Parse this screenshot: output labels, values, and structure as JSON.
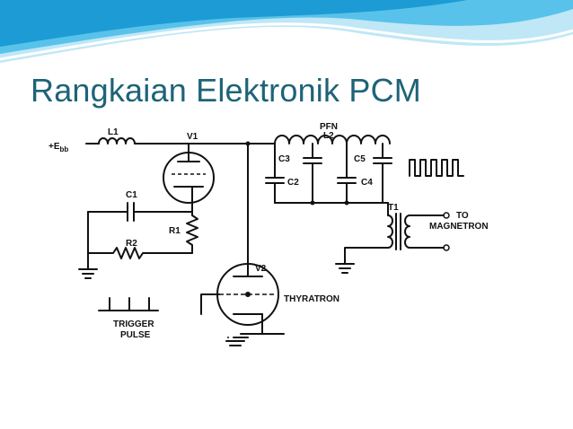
{
  "slide": {
    "title": "Rangkaian Elektronik PCM",
    "accent_color": "#1e6378",
    "header_colors": [
      "#1c9bd4",
      "#58c2ea",
      "#bfe7f6"
    ]
  },
  "diagram": {
    "labels": {
      "ebb_prefix": "+E",
      "ebb_sub": "bb",
      "l1": "L1",
      "v1": "V1",
      "pfn": "PFN",
      "l2": "L2",
      "c1": "C1",
      "r1": "R1",
      "r2": "R2",
      "c2": "C2",
      "c3": "C3",
      "c4": "C4",
      "c5": "C5",
      "t1": "T1",
      "to": "TO",
      "magnetron": "MAGNETRON",
      "v2": "V2",
      "thyratron": "THYRATRON",
      "trigger": "TRIGGER",
      "pulse": "PULSE"
    }
  }
}
